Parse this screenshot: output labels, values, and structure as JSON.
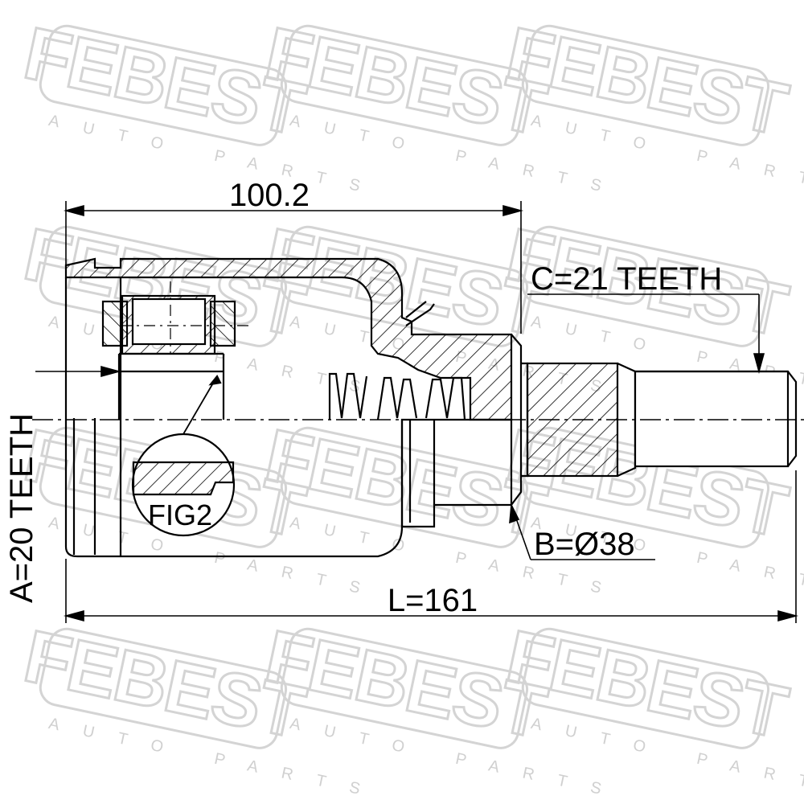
{
  "watermark": {
    "brand": "FEBEST",
    "tagline": "AUTO PARTS"
  },
  "dimensions": {
    "housing_length": "100.2",
    "total_length": "L=161",
    "inner_spline": "A=20 TEETH",
    "outer_spline": "C=21 TEETH",
    "seal_diameter": "B=Ø38"
  },
  "detail_label": "FIG2",
  "colors": {
    "line": "#000000",
    "watermark": "#d4d4d4",
    "background": "#ffffff"
  }
}
